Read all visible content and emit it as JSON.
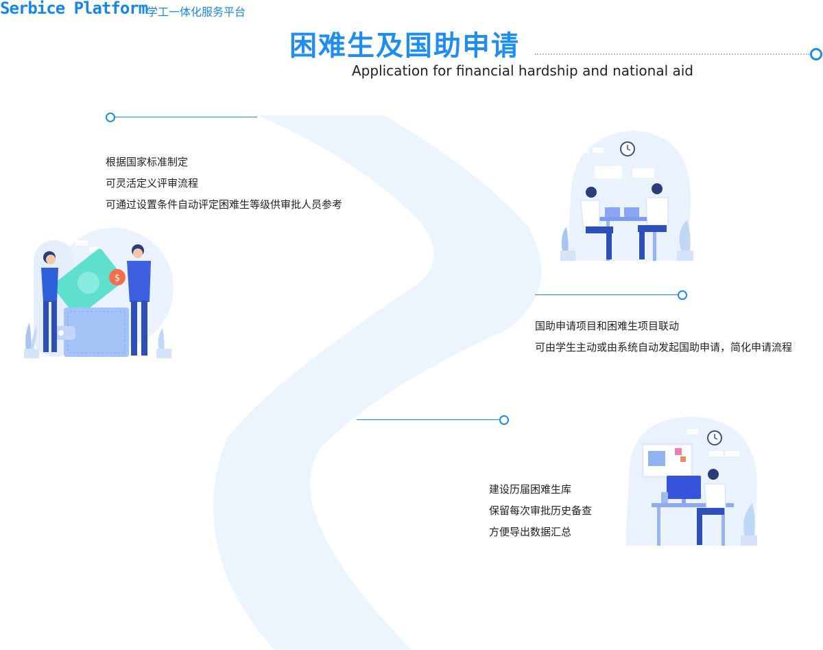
{
  "header": {
    "brand": "Serbice Platform",
    "brand_sub": "学工一体化服务平台",
    "title": "困难生及国助申请",
    "subtitle": "Application for financial hardship and national aid"
  },
  "features": [
    {
      "lines": [
        "根据国家标准制定",
        "可灵活定义评审流程",
        "可通过设置条件自动评定困难生等级供审批人员参考"
      ]
    },
    {
      "lines": [
        "国助申请项目和困难生项目联动",
        "可由学生主动或由系统自动发起国助申请，简化申请流程"
      ]
    },
    {
      "lines": [
        "建设历届困难生库",
        "保留每次审批历史备查",
        "方便导出数据汇总"
      ]
    }
  ],
  "colors": {
    "accent": "#1a8be8",
    "title": "#1f8ef0",
    "band": "#ecf4fd"
  }
}
